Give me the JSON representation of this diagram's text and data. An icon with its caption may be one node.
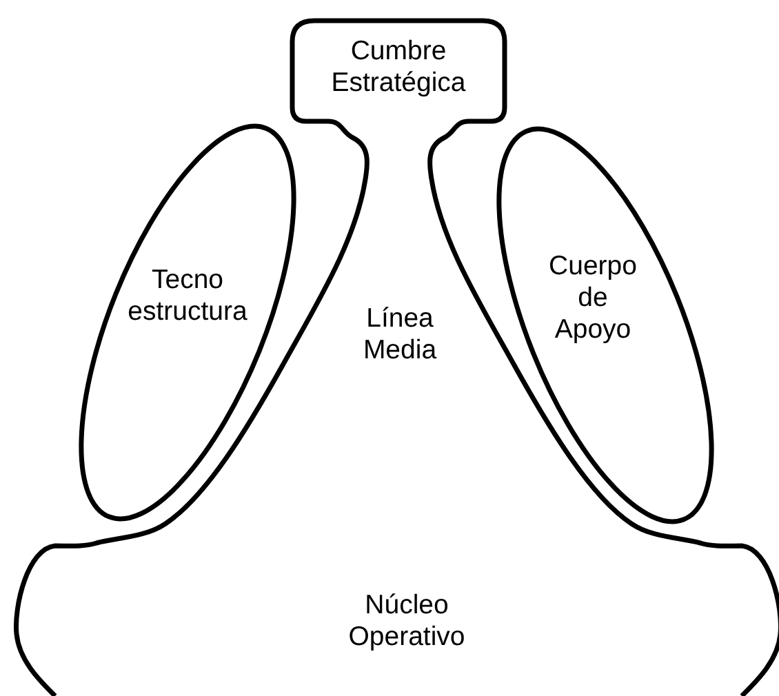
{
  "diagram": {
    "nodes": [
      {
        "text": [
          "Cumbre Estratégica"
        ]
      },
      {
        "text": [
          "Tecno estructura"
        ]
      },
      {
        "text": [
          "Línea Media"
        ]
      },
      {
        "text": [
          "Cuerpo de Apoyo"
        ]
      },
      {
        "text": [
          "Núcleo Operativo"
        ]
      }
    ]
  }
}
